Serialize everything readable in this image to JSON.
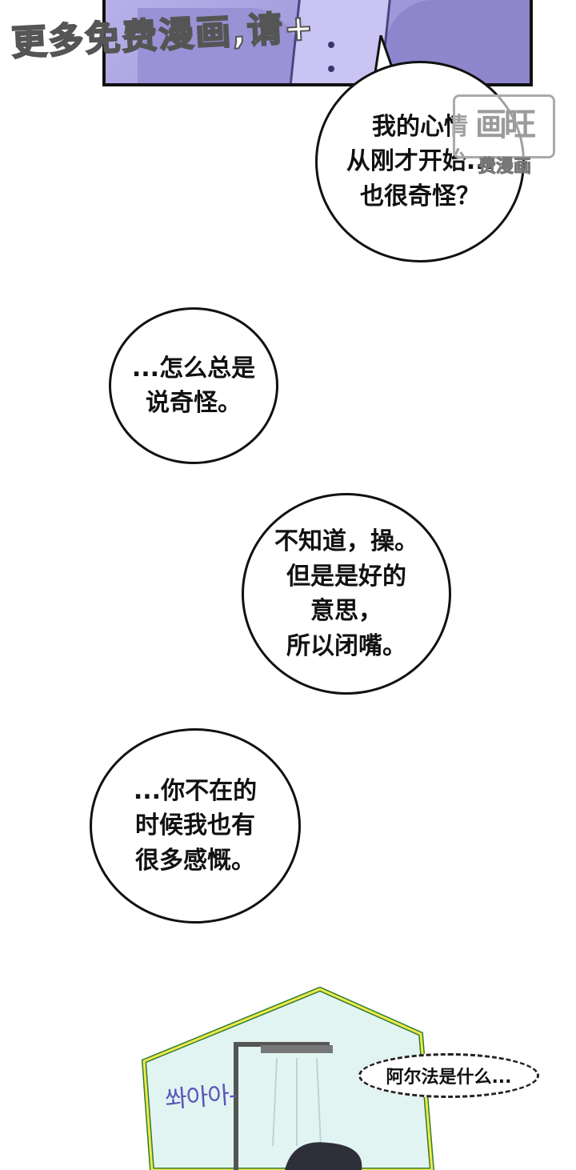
{
  "watermark": {
    "text": "更多免费漫画,请+"
  },
  "logo": {
    "mark": "画旺",
    "caption": "费漫画"
  },
  "bubbles": [
    {
      "text": "我的心情\n从刚才开始...\n也很奇怪？"
    },
    {
      "text": "...怎么总是\n说奇怪。"
    },
    {
      "text": "不知道，操。\n但是是好的\n意思，\n所以闭嘴。"
    },
    {
      "text": "...你不在的\n时候我也有\n很多感慨。"
    }
  ],
  "sfx": {
    "text": "쏴아아-"
  },
  "small_bubble": {
    "text": "阿尔法是什么..."
  }
}
